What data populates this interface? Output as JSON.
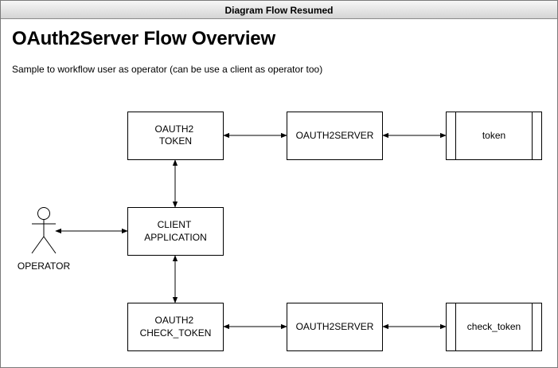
{
  "window": {
    "title": "Diagram Flow Resumed"
  },
  "page": {
    "title": "OAuth2Server Flow Overview",
    "subtitle": "Sample to workflow user as operator (can be use a client as operator too)"
  },
  "diagram": {
    "actor": {
      "label": "OPERATOR"
    },
    "nodes": {
      "oauth2_token": {
        "lines": [
          "OAUTH2",
          "TOKEN"
        ]
      },
      "oauth2server_top": {
        "lines": [
          "OAUTH2SERVER"
        ]
      },
      "token": {
        "lines": [
          "token"
        ]
      },
      "client_application": {
        "lines": [
          "CLIENT",
          "APPLICATION"
        ]
      },
      "oauth2_check_token": {
        "lines": [
          "OAUTH2",
          "CHECK_TOKEN"
        ]
      },
      "oauth2server_bottom": {
        "lines": [
          "OAUTH2SERVER"
        ]
      },
      "check_token": {
        "lines": [
          "check_token"
        ]
      }
    }
  }
}
